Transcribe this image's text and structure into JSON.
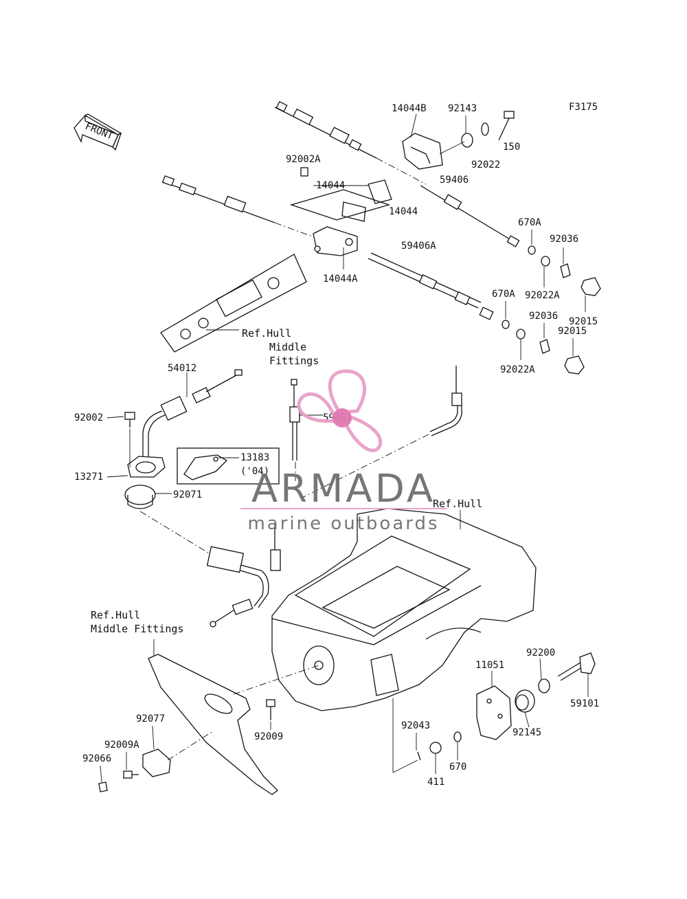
{
  "figure_code": "F3175",
  "front_label": "FRONT",
  "watermark": {
    "title": "ARMADA",
    "subtitle": "marine outboards",
    "text_color": "#6f6f6f",
    "accent_color": "#e8a0c8",
    "dot_color": "#e07ab0"
  },
  "labels": {
    "p14044B": "14044B",
    "p92143": "92143",
    "p150": "150",
    "p92022": "92022",
    "p92002A": "92002A",
    "p14044_a": "14044",
    "p14044_b": "14044",
    "p59406": "59406",
    "p670A_1": "670A",
    "p92036_1": "92036",
    "p59406A": "59406A",
    "p14044A": "14044A",
    "p92022A_1": "92022A",
    "p92015_1": "92015",
    "p670A_2": "670A",
    "p92036_2": "92036",
    "p92015_2": "92015",
    "p92022A_2": "92022A",
    "p54012": "54012",
    "p92002": "92002",
    "p59401": "59401",
    "p13183": "13183",
    "p04": "('04)",
    "p13271": "13271",
    "p92071": "92071",
    "p92200": "92200",
    "p11051": "11051",
    "p59101": "59101",
    "p92145": "92145",
    "p92077": "92077",
    "p92009A": "92009A",
    "p92066": "92066",
    "p92009": "92009",
    "p92043": "92043",
    "p670": "670",
    "p411": "411"
  },
  "refs": {
    "ref1_line1": "Ref.Hull",
    "ref1_line2": "Middle",
    "ref1_line3": "Fittings",
    "ref2": "Ref.Hull",
    "ref3_line1": "Ref.Hull",
    "ref3_line2": "Middle Fittings"
  }
}
